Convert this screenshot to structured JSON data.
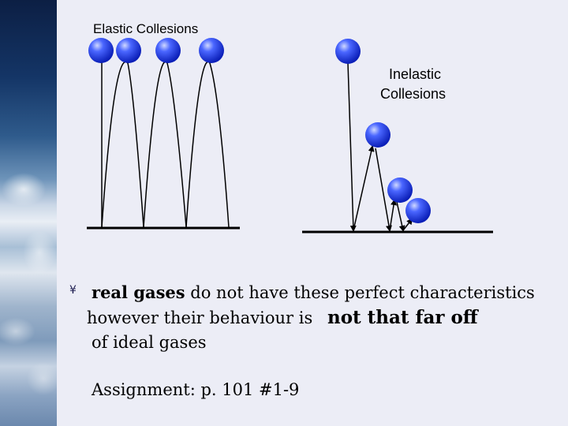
{
  "diagram": {
    "elastic_title": "Elastic Collesions",
    "inelastic_title_line1": "Inelastic",
    "inelastic_title_line2": "Collesions"
  },
  "body": {
    "bullet_glyph": "¥",
    "real_gases": "real gases",
    "line1_rest": " do not have these perfect characteristics",
    "line2_start": "however their behaviour is",
    "not_that_far_off": "not that far off",
    "line3": "of ideal gases",
    "assignment": "Assignment: p. 101 #1-9"
  },
  "colors": {
    "background": "#ecedf6",
    "ball": "#1f3dff",
    "text": "#000000"
  }
}
